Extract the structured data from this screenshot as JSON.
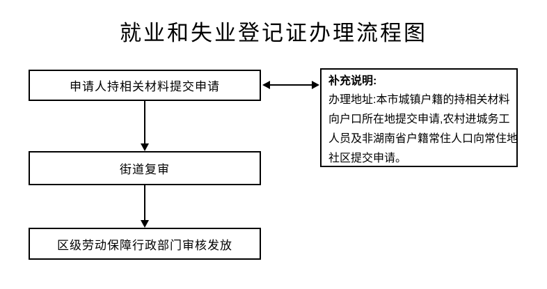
{
  "title": "就业和失业登记证办理流程图",
  "flow": {
    "steps": [
      {
        "label": "申请人持相关材料提交申请"
      },
      {
        "label": "街道复审"
      },
      {
        "label": "区级劳动保障行政部门审核发放"
      }
    ]
  },
  "note": {
    "heading": "补充说明:",
    "lines": [
      "办理地址:本市城镇户籍的持相关材料",
      "向户口所在地提交申请,农村进城务工",
      "人员及非湖南省户籍常住人口向常住地",
      "社区提交申请。"
    ]
  },
  "colors": {
    "background": "#ffffff",
    "line": "#000000",
    "text": "#000000"
  }
}
